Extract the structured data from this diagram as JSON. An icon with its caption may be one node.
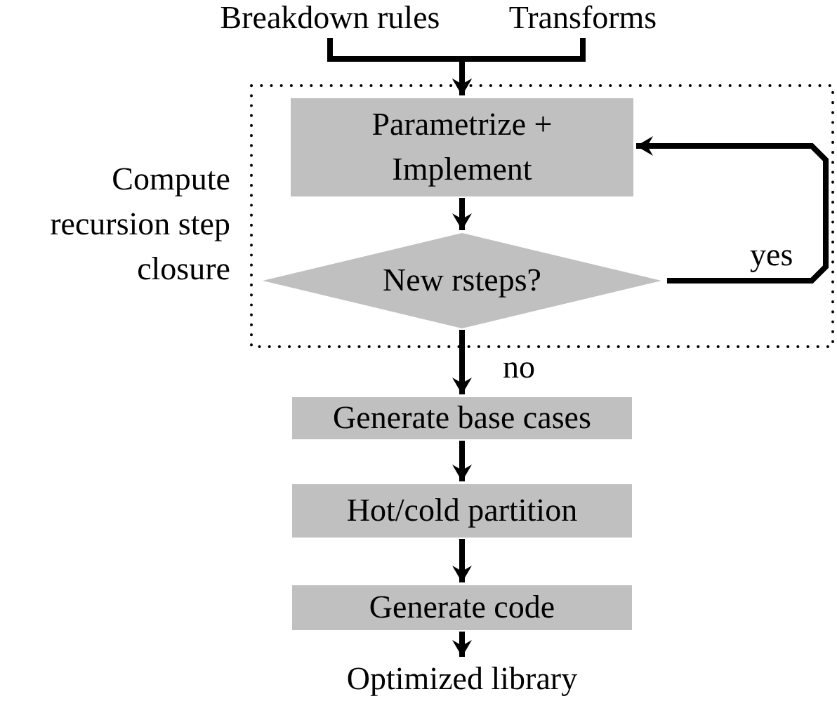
{
  "diagram": {
    "nodes": [
      {
        "text": [
          "Breakdown rules"
        ]
      },
      {
        "text": [
          "Transforms"
        ]
      },
      {
        "text": [],
        "shape": "box",
        "beside": [
          "Compute recursion step closure"
        ]
      },
      {
        "text": [
          "Parametrize + Implement"
        ],
        "in": 2
      },
      {
        "text": [
          "New rsteps?"
        ],
        "in": 2
      },
      {
        "text": [
          "Generate base cases"
        ]
      },
      {
        "text": [
          "Hot/cold partition"
        ]
      },
      {
        "text": [
          "Generate code"
        ]
      },
      {
        "text": [
          "Optimized library"
        ]
      }
    ],
    "edges": [
      {
        "from": 0,
        "to": 3,
        "arrow": "to"
      },
      {
        "from": 1,
        "to": 3,
        "arrow": "to"
      },
      {
        "from": 3,
        "to": 4,
        "arrow": "to"
      },
      {
        "from": 4,
        "to": 3,
        "arrow": "to",
        "label": "yes"
      },
      {
        "from": 4,
        "to": 5,
        "arrow": "to",
        "label": "no"
      },
      {
        "from": 5,
        "to": 6,
        "arrow": "to"
      },
      {
        "from": 6,
        "to": 7,
        "arrow": "to"
      },
      {
        "from": 7,
        "to": 8,
        "arrow": "to"
      }
    ]
  }
}
